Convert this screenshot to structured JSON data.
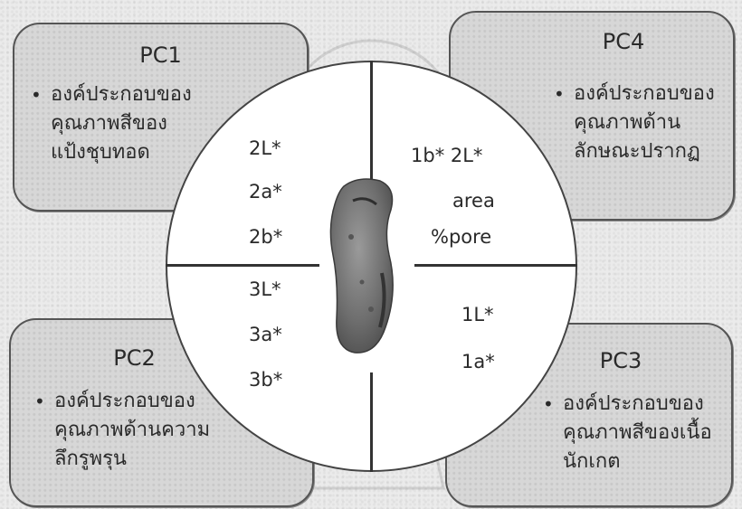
{
  "quadrants": {
    "pc1": {
      "title": "PC1",
      "lines": [
        "องค์ประกอบของ",
        "คุณภาพสีของ",
        "แป้งชุบทอด"
      ],
      "values": [
        "2L*",
        "2a*",
        "2b*"
      ]
    },
    "pc4": {
      "title": "PC4",
      "lines": [
        "องค์ประกอบของ",
        "คุณภาพด้าน",
        "ลักษณะปรากฏ"
      ],
      "values": [
        "1b* 2L*",
        "area",
        "%pore"
      ]
    },
    "pc2": {
      "title": "PC2",
      "lines": [
        "องค์ประกอบของ",
        "คุณภาพด้านความ",
        "ลึกรูพรุน"
      ],
      "values": [
        "3L*",
        "3a*",
        "3b*"
      ]
    },
    "pc3": {
      "title": "PC3",
      "lines": [
        "องค์ประกอบของ",
        "คุณภาพสีของเนื้อ",
        "นักเกต"
      ],
      "values": [
        "1L*",
        "1a*"
      ]
    }
  },
  "colors": {
    "box_fill": "#d7d7d7",
    "box_border": "#555555",
    "circle_fill": "#ffffff",
    "text": "#2a2a2a"
  },
  "icons": {
    "center": "nugget-product-photo",
    "background": "watermark-emblem"
  }
}
